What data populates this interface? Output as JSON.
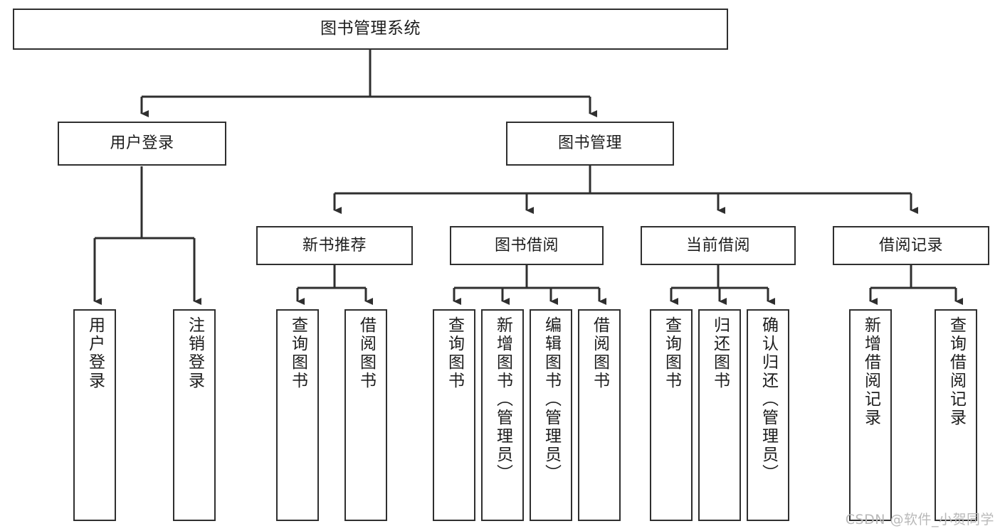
{
  "diagram": {
    "title": "图书管理系统",
    "type": "tree-hierarchy-chart",
    "watermark": "CSDN @软件_小贺同学",
    "colors": {
      "stroke": "#2f2f2f",
      "fill": "#ffffff",
      "text": "#1d1d1d",
      "watermark": "#b9b9b9"
    }
  },
  "nodes": {
    "root": {
      "label": "图书管理系统"
    },
    "level2": [
      {
        "id": "user-login",
        "label": "用户登录"
      },
      {
        "id": "book-management",
        "label": "图书管理"
      }
    ],
    "level3": [
      {
        "id": "new-book-recommend",
        "label": "新书推荐"
      },
      {
        "id": "book-borrow",
        "label": "图书借阅"
      },
      {
        "id": "current-borrow",
        "label": "当前借阅"
      },
      {
        "id": "borrow-record",
        "label": "借阅记录"
      }
    ],
    "leaves": {
      "user_login": [
        {
          "id": "leaf-user-login",
          "label": "用户登录"
        },
        {
          "id": "leaf-logout-login",
          "label": "注销登录"
        }
      ],
      "new_book_recommend": [
        {
          "id": "leaf-query-book-1",
          "label": "查询图书"
        },
        {
          "id": "leaf-borrow-book-1",
          "label": "借阅图书"
        }
      ],
      "book_borrow": [
        {
          "id": "leaf-query-book-2",
          "label": "查询图书"
        },
        {
          "id": "leaf-add-book",
          "label": "新增图书（管理员）"
        },
        {
          "id": "leaf-edit-book",
          "label": "编辑图书（管理员）"
        },
        {
          "id": "leaf-borrow-book-2",
          "label": "借阅图书"
        }
      ],
      "current_borrow": [
        {
          "id": "leaf-query-book-3",
          "label": "查询图书"
        },
        {
          "id": "leaf-return-book",
          "label": "归还图书"
        },
        {
          "id": "leaf-confirm-return",
          "label": "确认归还（管理员）"
        }
      ],
      "borrow_record": [
        {
          "id": "leaf-add-borrow-record",
          "label": "新增借阅记录"
        },
        {
          "id": "leaf-query-borrow-record",
          "label": "查询借阅记录"
        }
      ]
    }
  }
}
